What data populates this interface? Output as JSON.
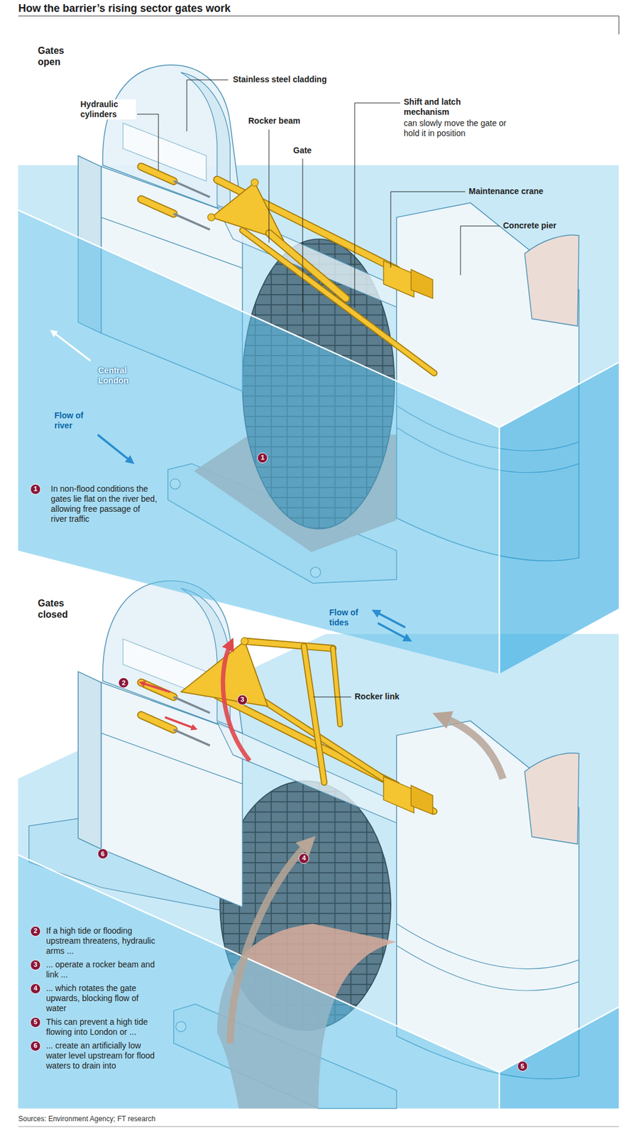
{
  "diagram": {
    "title": "How the barrier’s rising sector gates work",
    "caption": "Sources: Environment Agency; FT research",
    "nodes": [
      {
        "text": [
          "1"
        ]
      },
      {
        "text": [
          "1"
        ]
      },
      {
        "text": [
          "2"
        ]
      },
      {
        "text": [
          "3"
        ]
      },
      {
        "text": [
          "6"
        ]
      },
      {
        "text": [
          "4"
        ]
      },
      {
        "text": [
          "5"
        ]
      },
      {
        "text": [
          "2"
        ]
      },
      {
        "text": [
          "3"
        ]
      },
      {
        "text": [
          "4"
        ]
      },
      {
        "text": [
          "5"
        ]
      },
      {
        "text": [
          "6"
        ]
      }
    ],
    "labels": [
      "Gates open",
      "Hydraulic cylinders",
      "Stainless steel cladding",
      "Rocker beam",
      "Gate",
      "Shift and latch mechanism",
      "can slowly move the gate or hold it in position",
      "Maintenance crane",
      "Concrete pier",
      "Central London",
      "Flow of river",
      "In non-flood conditions the gates lie flat on the river bed, allowing free passage of river traffic",
      "Gates closed",
      "Flow of tides",
      "Rocker link",
      "If a high tide or flooding upstream threatens, hydraulic arms ...",
      "... operate a rocker beam and link ...",
      "... which rotates the gate upwards, blocking flow of water",
      "This can prevent a high tide flowing into London or ...",
      "... create an artificially low water level upstream for flood waters to drain into"
    ]
  }
}
